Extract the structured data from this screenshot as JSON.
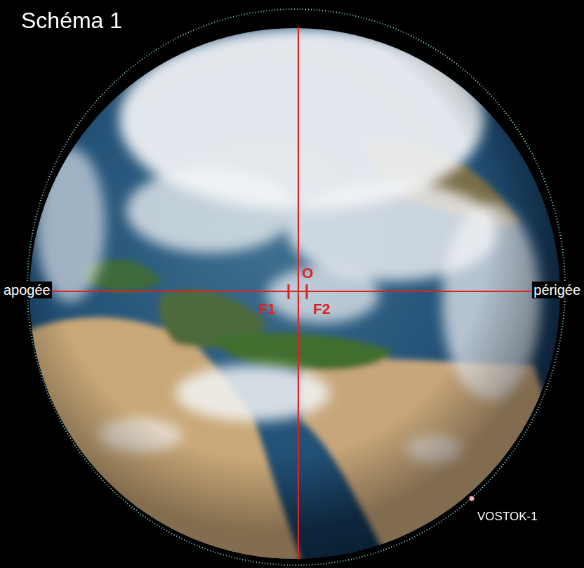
{
  "diagram": {
    "title": "Schéma 1",
    "labels": [
      "apogée",
      "périgée",
      "O",
      "F1",
      "F2",
      "VOSTOK-1"
    ]
  }
}
